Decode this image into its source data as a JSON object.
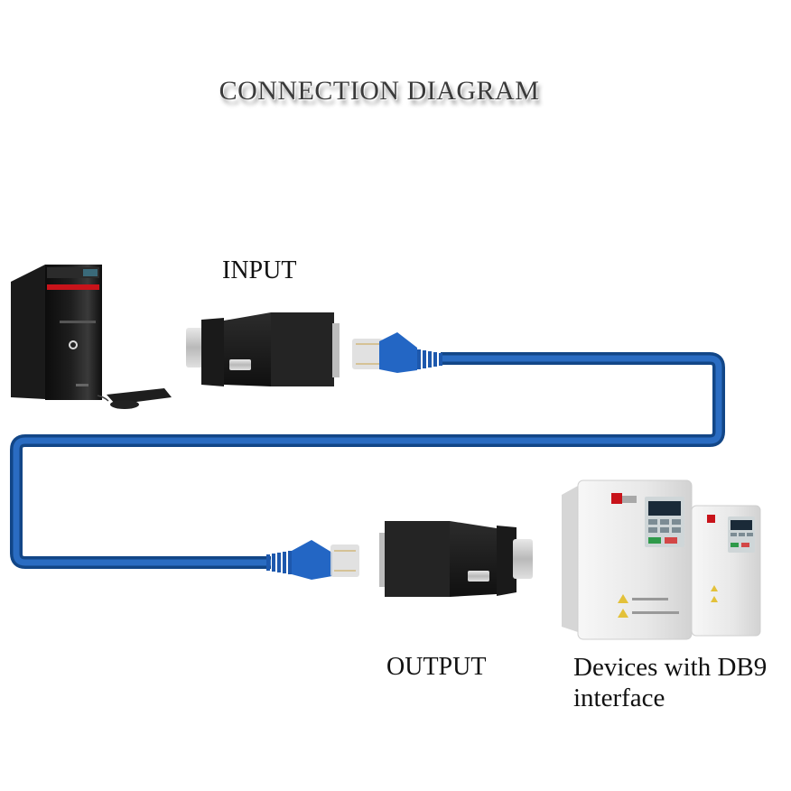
{
  "title": "CONNECTION DIAGRAM",
  "labels": {
    "input": "INPUT",
    "output": "OUTPUT",
    "devices_line1": "Devices with DB9",
    "devices_line2": "interface"
  },
  "components": {
    "computer": "desktop-pc-tower",
    "input_adapter": "db9-to-rj45-adapter",
    "output_adapter": "rj45-to-db9-adapter",
    "cable": "rj45-ethernet-cable",
    "devices": "inverter-devices-db9"
  },
  "colors": {
    "cable": "#1f5fb0",
    "cable_dark": "#124687",
    "adapter": "#1c1c1c",
    "computer": "#111111",
    "computer_stripe": "#c8131a",
    "device_body": "#ececec",
    "background": "#ffffff"
  }
}
